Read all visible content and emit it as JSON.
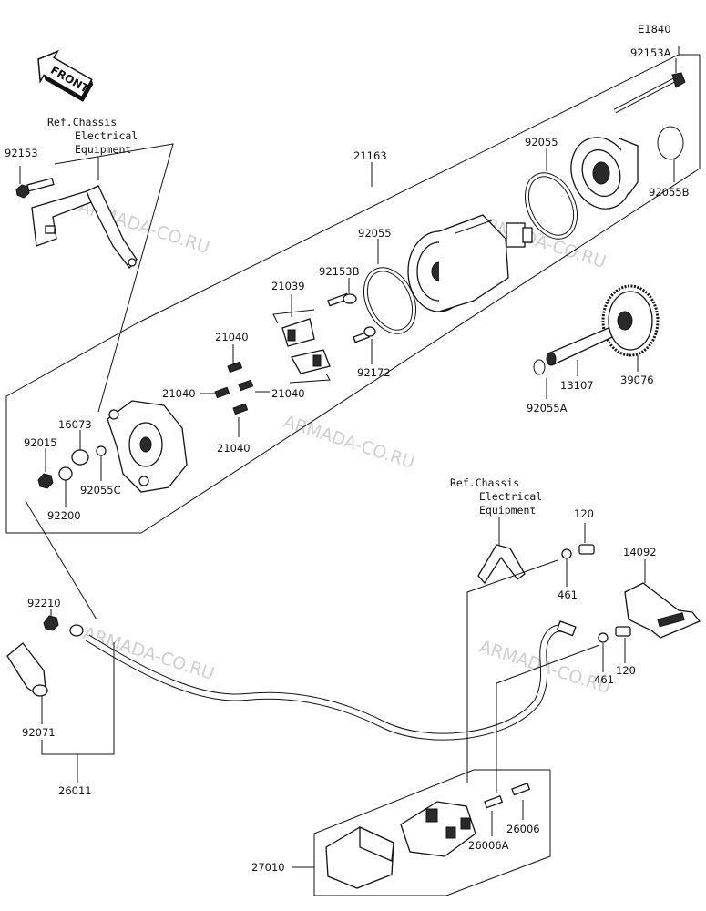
{
  "diagram_code": "E1840",
  "front_label": "FRONT",
  "ref_chassis_1": [
    "Ref.Chassis",
    "Electrical",
    "Equipment"
  ],
  "ref_chassis_2": [
    "Ref.Chassis",
    "Electrical",
    "Equipment"
  ],
  "watermark": "ARMADA-CO.RU",
  "parts": {
    "p92153a": "92153A",
    "p92153": "92153",
    "p21163": "21163",
    "p92055_top": "92055",
    "p92055b": "92055B",
    "p92055_mid": "92055",
    "p92153b": "92153B",
    "p21039": "21039",
    "p21040_a": "21040",
    "p21040_b": "21040",
    "p21040_c": "21040",
    "p21040_d": "21040",
    "p92172": "92172",
    "p92055a": "92055A",
    "p13107": "13107",
    "p39076": "39076",
    "p16073": "16073",
    "p92015": "92015",
    "p92055c": "92055C",
    "p92200": "92200",
    "p120_a": "120",
    "p120_b": "120",
    "p14092": "14092",
    "p461_a": "461",
    "p461_b": "461",
    "p92210": "92210",
    "p92071": "92071",
    "p26011": "26011",
    "p26006": "26006",
    "p26006a": "26006A",
    "p27010": "27010"
  }
}
